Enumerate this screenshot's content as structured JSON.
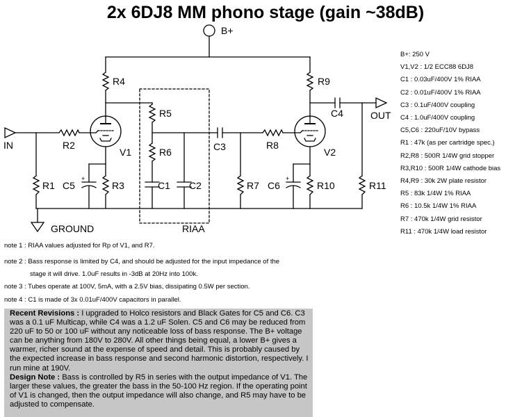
{
  "title": "2x 6DJ8 MM phono stage (gain ~38dB)",
  "schematic": {
    "supply_label": "B+",
    "input_label": "IN",
    "output_label": "OUT",
    "ground_label": "GROUND",
    "riaa_box_label": "RIAA",
    "components": {
      "R1": "R1",
      "R2": "R2",
      "R3": "R3",
      "R4": "R4",
      "R5": "R5",
      "R6": "R6",
      "R7": "R7",
      "R8": "R8",
      "R9": "R9",
      "R10": "R10",
      "R11": "R11",
      "C1": "C1",
      "C2": "C2",
      "C3": "C3",
      "C4": "C4",
      "C5": "C5",
      "C6": "C6",
      "V1": "V1",
      "V2": "V2"
    }
  },
  "parts_list": [
    "B+: 250 V",
    "V1,V2 : 1/2 ECC88 6DJ8",
    "C1 : 0.03uF/400V 1% RIAA",
    "C2 : 0.01uF/400V 1% RIAA",
    "C3 : 0.1uF/400V coupling",
    "C4 : 1.0uF/400V coupling",
    "C5,C6 : 220uF/10V bypass",
    "R1 : 47k (as per cartridge spec.)",
    "R2,R8 : 500R 1/4W grid stopper",
    "R3,R10 : 500R 1/4W cathode bias",
    "R4,R9 : 30k 2W plate resistor",
    "R5 : 83k 1/4W 1% RIAA",
    "R6 : 10.5k 1/4W 1% RIAA",
    "R7 : 470k 1/4W grid resistor",
    "R11 : 470k 1/4W load resistor"
  ],
  "notes": {
    "note1": "note 1 : RIAA values adjusted for Rp of V1, and R7.",
    "note2": "note 2 : Bass response is limited by C4, and should be adjusted for the input impedance of the",
    "note2_cont": "stage it will drive. 1.0uF results in  -3dB at 20Hz into 100k.",
    "note3": "note 3 : Tubes operate at 100V, 5mA, with a 2.5V bias, dissipating 0.5W per section.",
    "note4": "note 4 : C1 is made of 3x  0.01uF/400V capacitors in parallel."
  },
  "revisions": {
    "recent_heading": "Recent Revisions :",
    "recent_text": " I upgraded to Holco resistors and Black Gates for C5 and C6. C3 was a 0.1 uF Multicap, while C4 was a 1.2 uF Solen. C5 and C6 may be reduced from 220 uF to 50 or 100 uF without any noticeable loss of bass response. The B+ voltage can be anything from 180V to 280V. All other things being equal, a lower B+ gives a warmer, richer sound at the expense of speed and detail. This is probably caused by the expected increase in bass response and second harmonic distortion, respectively. I run mine at 190V.",
    "design_heading": "Design Note :",
    "design_text": " Bass is controlled by R5 in series with the output impedance of V1. The larger these values, the greater the bass in the 50-100 Hz region. If the operating point of V1 is changed, then the output impedance will also change, and R5 may have to be adjusted to compensate."
  }
}
